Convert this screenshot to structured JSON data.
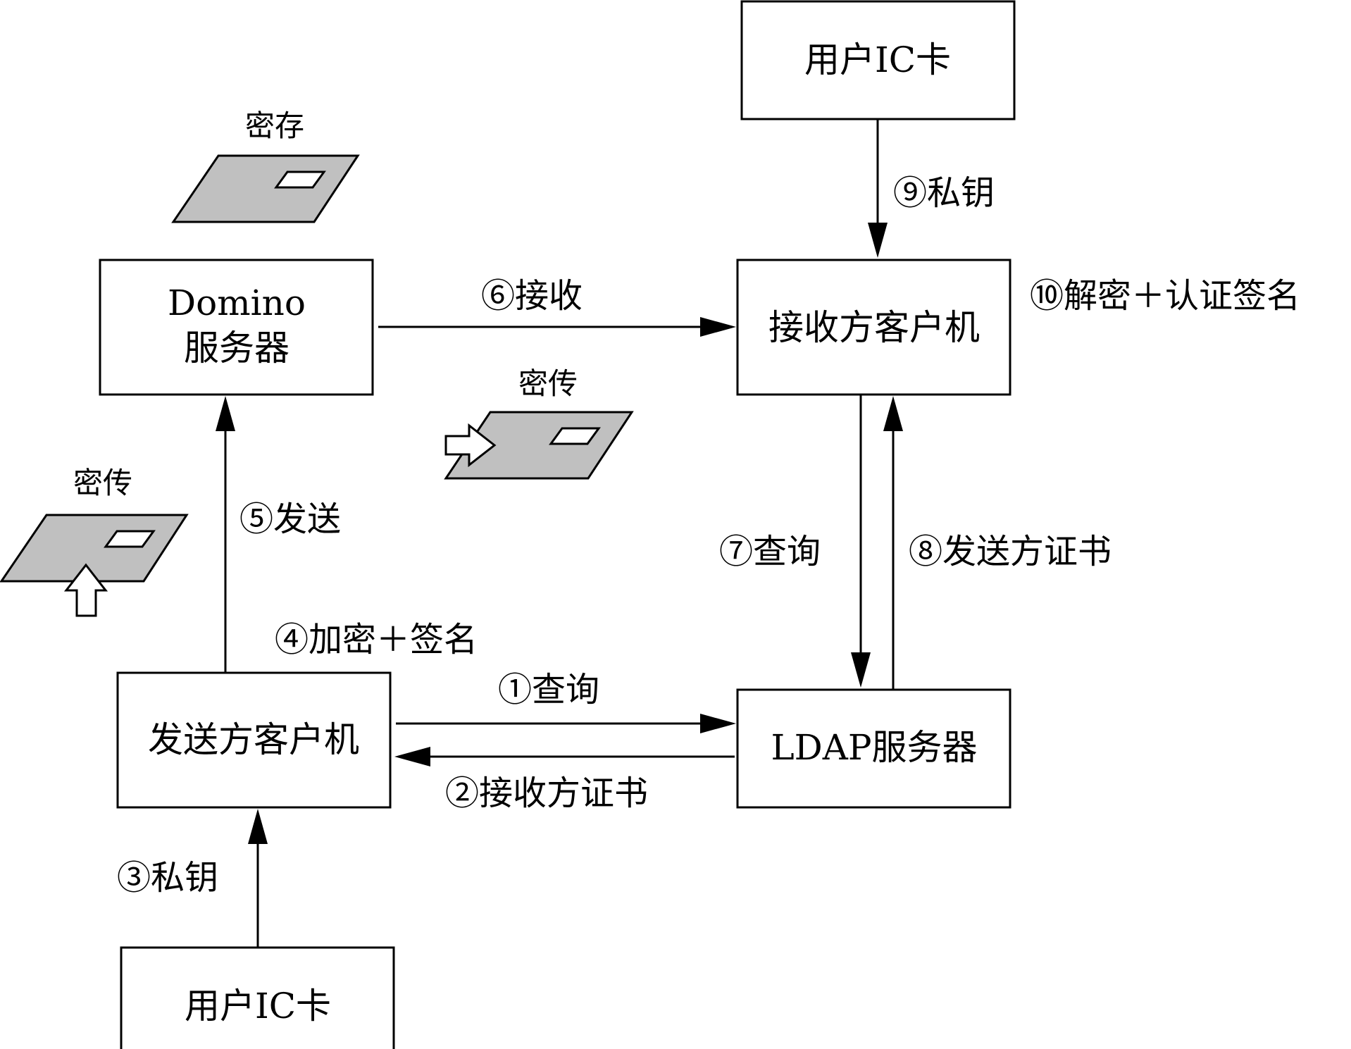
{
  "nodes": {
    "ic_card_top": "用户IC卡",
    "domino_line1": "Domino",
    "domino_line2": "服务器",
    "receiver_client": "接收方客户机",
    "ldap_server": "LDAP服务器",
    "sender_client": "发送方客户机",
    "ic_card_bottom": "用户IC卡"
  },
  "cards": {
    "storage": "密存",
    "transmit_mid": "密传",
    "transmit_left": "密传"
  },
  "steps": {
    "s1": "①查询",
    "s2": "②接收方证书",
    "s3": "③私钥",
    "s4": "④加密＋签名",
    "s5": "⑤发送",
    "s6": "⑥接收",
    "s7": "⑦查询",
    "s8": "⑧发送方证书",
    "s9": "⑨私钥",
    "s10": "⑩解密＋认证签名"
  }
}
